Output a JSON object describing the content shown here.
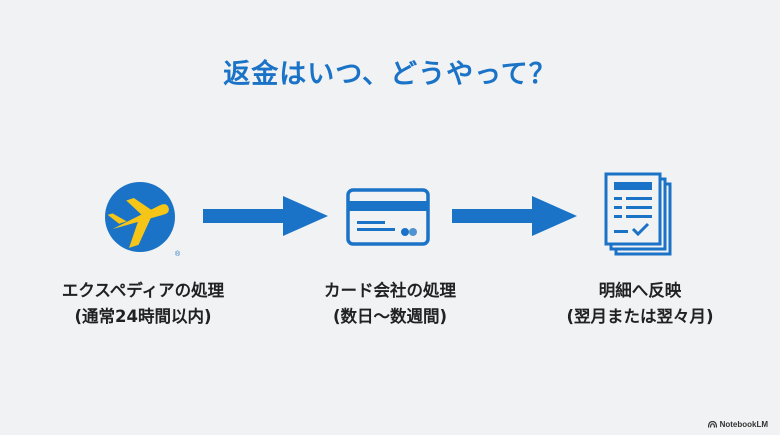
{
  "title": "返金はいつ、どうやって？",
  "colors": {
    "blue": "#1a73c7",
    "yellow": "#f5c518",
    "background": "#f1f2f3",
    "text": "#202124"
  },
  "steps": [
    {
      "icon": "expedia-logo-icon",
      "label": "エクスペディアの処理",
      "sub": "(通常24時間以内)"
    },
    {
      "icon": "credit-card-icon",
      "label": "カード会社の処理",
      "sub": "(数日〜数週間)"
    },
    {
      "icon": "statement-document-icon",
      "label": "明細へ反映",
      "sub": "(翌月または翌々月)"
    }
  ],
  "watermark": "NotebookLM"
}
